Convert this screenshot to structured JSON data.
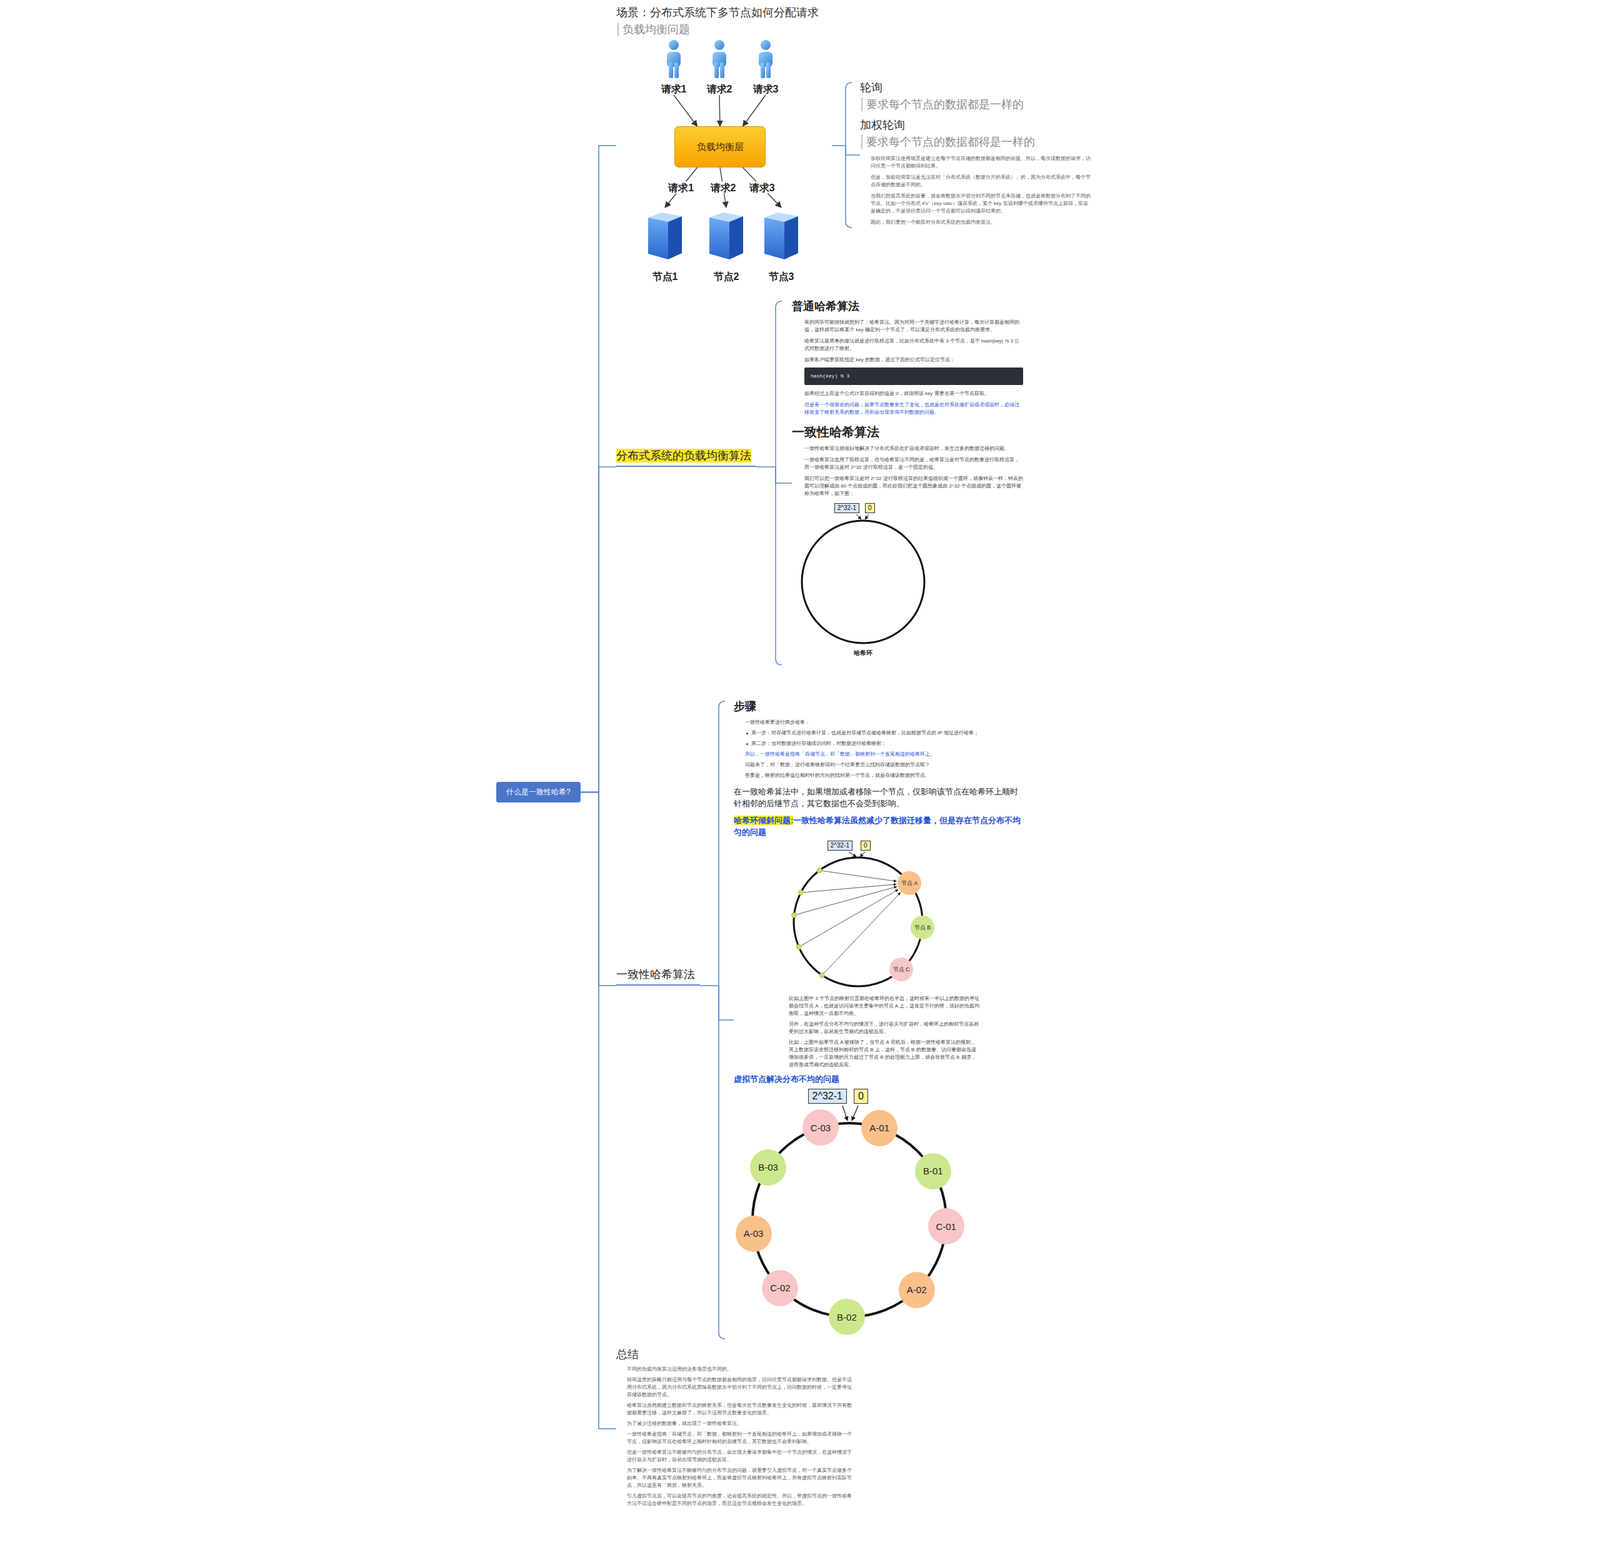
{
  "diagram": {
    "nodes": [
      {
        "text": [
          "什么是一致性哈希?"
        ]
      },
      {
        "text": [
          "场景：分布式系统下多节点如何分配请求",
          "负载均衡问题"
        ]
      },
      {
        "text": [
          "请求1"
        ],
        "in": 1
      },
      {
        "text": [
          "请求2"
        ],
        "in": 1
      },
      {
        "text": [
          "请求3"
        ],
        "in": 1
      },
      {
        "text": [
          "负载均衡层"
        ],
        "in": 1
      },
      {
        "text": [
          "节点1"
        ],
        "in": 1
      },
      {
        "text": [
          "节点2"
        ],
        "in": 1
      },
      {
        "text": [
          "节点3"
        ],
        "in": 1
      },
      {
        "text": [
          "轮询",
          "要求每个节点的数据都是一样的",
          "加权轮询",
          "要求每个节点的数据都得是一样的",
          "加权轮询算法使用场景是建立在每个节点存储的数据都是相同的前提。所以，每次读数据的请求，访问任意一个节点都能得到结果。",
          "但是，加权轮询算法是无法应对「分布式系统（数据分片的系统）」的，因为分布式系统中，每个节点存储的数据是不同的。",
          "当我们想提高系统的容量，就会将数据水平切分到不同的节点来存储，也就是将数据分布到了不同的节点。比如一个分布式 KV（key-valu）缓存系统，某个 key 应该到哪个或者哪些节点上获得，应该是确定的，不是说任意访问一个节点都可以得到缓存结果的。",
          "因此，我们要想一个能应对分布式系统的负载均衡算法。"
        ]
      },
      {
        "text": [
          "分布式系统的负载均衡算法"
        ]
      },
      {
        "text": [
          "普通哈希算法",
          "有的同学可能很快就想到了：哈希算法。因为对同一个关键字进行哈希计算，每次计算都是相同的值，这样就可以将某个 key 确定到一个节点了，可以满足分布式系统的负载均衡需求。",
          "哈希算法最简单的做法就是进行取模运算，比如分布式系统中有 3 个节点，基于 hash(key) % 3 公式对数据进行了映射。",
          "如果客户端要获取指定 key 的数据，通过下面的公式可以定位节点：",
          "如果经过上面这个公式计算后得到的值是 0，就说明该 key 需要去第一个节点获取。",
          "但是有一个很致命的问题，如果节点数量发生了变化，也就是在对系统做扩容或者缩容时，必须迁移改变了映射关系的数据，否则会出现查询不到数据的问题。",
          "一致性哈希算法",
          "一致性哈希算法就很好地解决了分布式系统在扩容或者缩容时，发生过多的数据迁移的问题。",
          "一致哈希算法也用了取模运算，但与哈希算法不同的是，哈希算法是对节点的数量进行取模运算，而一致哈希算法是对 2^32 进行取模运算，是一个固定的值。",
          "我们可以把一致哈希算法是对 2^32 进行取模运算的结果值组织成一个圆环，就像钟表一样，钟表的圆可以理解成由 60 个点组成的圆，而此处我们把这个圆想象成由 2^32 个点组成的圆，这个圆环被称为哈希环，如下图："
        ]
      },
      {
        "text": [
          "hash(key) % 3"
        ],
        "in": 11
      },
      {
        "text": [
          "2^32-1"
        ],
        "in": 11
      },
      {
        "text": [
          "0"
        ],
        "in": 11
      },
      {
        "text": [
          "一致性哈希算法"
        ]
      },
      {
        "text": [
          "步骤",
          "一致性哈希要进行两步哈希：",
          "第一步：对存储节点进行哈希计算，也就是对存储节点做哈希映射，比如根据节点的 IP 地址进行哈希；",
          "第二步：当对数据进行存储或访问时，对数据进行哈希映射；",
          "所以，一致性哈希是指将「存储节点」和「数据」都映射到一个首尾相连的哈希环上。",
          "问题来了，对「数据」进行哈希映射得到一个结果要怎么找到存储该数据的节点呢？",
          "答案是，映射的结果值往顺时针的方向的找到第一个节点，就是存储该数据的节点。",
          "在一致哈希算法中，如果增加或者移除一个节点，仅影响该节点在哈希环上顺时针相邻的后继节点，其它数据也不会受到影响。",
          "哈希环倾斜问题:",
          "一致性哈希算法虽然减少了数据迁移量，但是存在节点分布不均匀的问题",
          "比如上图中 3 个节点的映射位置都在哈希环的右半边，这时候有一半以上的数据的寻址都会找节点 A，也就是访问请求主要集中的节点 A 上，这肯定不行的呀，说好的负载均衡呢，这种情况一点都不均衡。",
          "另外，在这种节点分布不均匀的情况下，进行容灾与扩容时，哈希环上的相邻节点容易受到过大影响，容易发生雪崩式的连锁反应。",
          "比如，上图中如果节点 A 被移除了，当节点 A 宕机后，根据一致性哈希算法的规则，其上数据应该全部迁移到相邻的节点 B 上，这样，节点 B 的数据量、访问量都会迅速增加很多倍，一旦新增的压力超过了节点 B 的处理能力上限，就会导致节点 B 崩溃，进而形成雪崩式的连锁反应。",
          "虚拟节点解决分布不均的问题"
        ]
      },
      {
        "text": [
          "2^32-1"
        ],
        "in": 16
      },
      {
        "text": [
          "0"
        ],
        "in": 16
      },
      {
        "text": [
          "节点 A"
        ],
        "in": 16
      },
      {
        "text": [
          "节点 B"
        ],
        "in": 16
      },
      {
        "text": [
          "节点 C"
        ],
        "in": 16
      },
      {
        "text": [
          "2^32-1"
        ],
        "in": 16
      },
      {
        "text": [
          "0"
        ],
        "in": 16
      },
      {
        "text": [
          "C-03"
        ],
        "in": 16
      },
      {
        "text": [
          "A-01"
        ],
        "in": 16
      },
      {
        "text": [
          "B-03"
        ],
        "in": 16
      },
      {
        "text": [
          "B-01"
        ],
        "in": 16
      },
      {
        "text": [
          "C-01"
        ],
        "in": 16
      },
      {
        "text": [
          "A-03"
        ],
        "in": 16
      },
      {
        "text": [
          "C-02"
        ],
        "in": 16
      },
      {
        "text": [
          "A-02"
        ],
        "in": 16
      },
      {
        "text": [
          "B-02"
        ],
        "in": 16
      },
      {
        "text": [
          "总结",
          "不同的负载均衡算法适用的业务场景也不同的。",
          "轮询这类的策略只能适用与每个节点的数据都是相同的场景，访问任意节点都能请求到数据。但是不适用分布式系统，因为分布式系统意味着数据水平切分到了不同的节点上，访问数据的时候，一定要寻址存储该数据的节点。",
          "哈希算法虽然能建立数据和节点的映射关系，但是每次在节点数量发生变化的时候，最坏情况下所有数据都需要迁移，这样太麻烦了，所以不适用节点数量变化的场景。",
          "为了减少迁移的数据量，就出现了一致性哈希算法。",
          "一致性哈希是指将「存储节点」和「数据」都映射到一个首尾相连的哈希环上，如果增加或者移除一个节点，仅影响该节点在哈希环上顺时针相邻的后继节点，其它数据也不会受到影响。",
          "但是一致性哈希算法不能够均匀的分布节点，会出现大量请求都集中在一个节点的情况，在这种情况下进行容灾与扩容时，容易出现雪崩的连锁反应。",
          "为了解决一致性哈希算法不能够均匀的分布节点的问题，就需要引入虚拟节点，对一个真实节点做多个副本。不再将真实节点映射到哈希环上，而是将虚拟节点映射到哈希环上，并将虚拟节点映射到实际节点，所以这里有「两层」映射关系。",
          "引入虚拟节点后，可以会提高节点的均衡度，还会提高系统的稳定性。所以，带虚拟节点的一致性哈希方法不仅适合硬件配置不同的节点的场景，而且适合节点规模会发生变化的场景。"
        ]
      }
    ],
    "edges": [
      {
        "from": 0,
        "to": 1,
        "arrow": "none"
      },
      {
        "from": 0,
        "to": 10,
        "arrow": "none"
      },
      {
        "from": 0,
        "to": 15,
        "arrow": "none"
      },
      {
        "from": 0,
        "to": 33,
        "arrow": "none"
      },
      {
        "from": 1,
        "to": 9,
        "arrow": "none"
      },
      {
        "from": 10,
        "to": 11,
        "arrow": "none"
      },
      {
        "from": 15,
        "to": 16,
        "arrow": "none"
      },
      {
        "from": 2,
        "to": 5,
        "arrow": "to"
      },
      {
        "from": 3,
        "to": 5,
        "arrow": "to"
      },
      {
        "from": 4,
        "to": 5,
        "arrow": "to"
      },
      {
        "from": 5,
        "to": 6,
        "label": "请求1",
        "arrow": "to"
      },
      {
        "from": 5,
        "to": 7,
        "label": "请求2",
        "arrow": "to"
      },
      {
        "from": 5,
        "to": 8,
        "label": "请求3",
        "arrow": "to"
      }
    ],
    "labels": [
      "哈希环"
    ]
  }
}
